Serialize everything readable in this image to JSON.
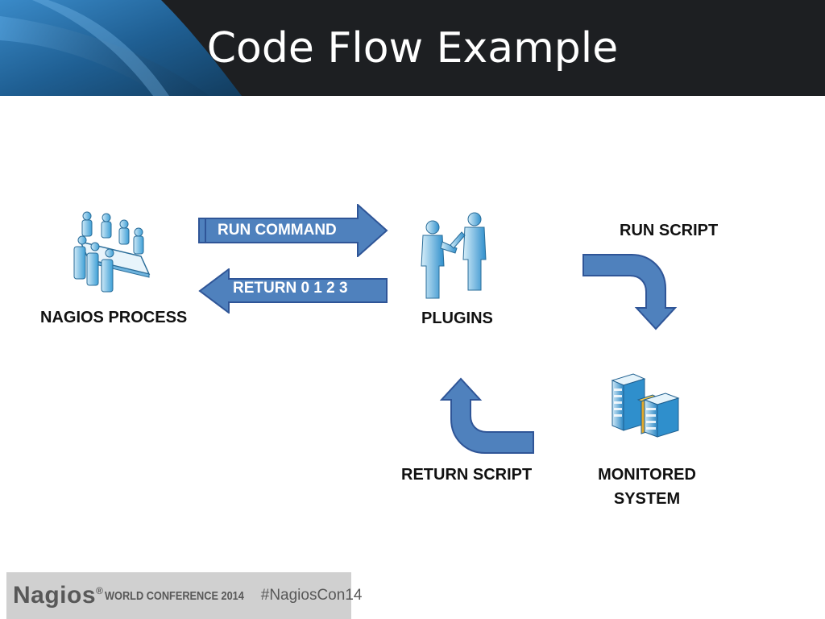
{
  "slide": {
    "title": "Code Flow Example"
  },
  "diagram": {
    "nodes": {
      "nagios_process": "NAGIOS PROCESS",
      "plugins": "PLUGINS",
      "monitored_system_line1": "MONITORED",
      "monitored_system_line2": "SYSTEM"
    },
    "arrows": {
      "run_command": "RUN COMMAND",
      "return_codes": "RETURN 0 1 2 3",
      "run_script": "RUN SCRIPT",
      "return_script": "RETURN SCRIPT"
    },
    "icons": [
      "meeting-people-icon",
      "handshake-people-icon",
      "server-rack-icon"
    ],
    "colors": {
      "arrow_fill": "#4f81bd",
      "arrow_stroke": "#2f5597",
      "header_bg": "#1d1f22"
    }
  },
  "footer": {
    "brand": "Nagios",
    "brand_mark": "®",
    "conference": "WORLD CONFERENCE 2014",
    "hashtag": "#NagiosCon14"
  }
}
